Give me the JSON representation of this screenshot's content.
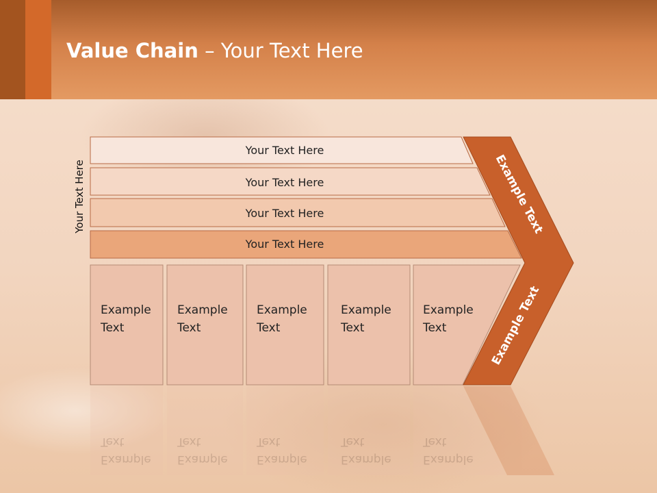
{
  "slide": {
    "title_bold": "Value Chain",
    "title_rest": " – Your Text Here",
    "side_label": "Your Text Here"
  },
  "support_bars": [
    "Your Text Here",
    "Your Text Here",
    "Your Text Here",
    "Your Text Here"
  ],
  "primary_cells": [
    "Example\nText",
    "Example\nText",
    "Example\nText",
    "Example\nText",
    "Example\nText"
  ],
  "chevron": {
    "upper": "Example Text",
    "lower": "Example Text"
  },
  "colors": {
    "accent": "#c8602b",
    "bar_fills": [
      "#f8e6dc",
      "#f5d8c6",
      "#f2c9ae",
      "#eaa67a"
    ],
    "cell_fill": "#ecc1ab"
  }
}
